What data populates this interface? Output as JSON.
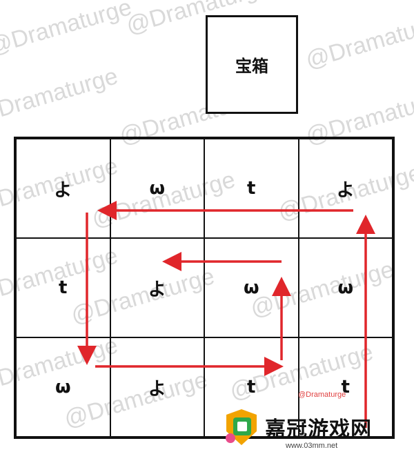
{
  "watermark": "@Dramaturge",
  "chest": {
    "label": "宝箱"
  },
  "grid": {
    "rows": [
      [
        "よ",
        "ω",
        "t",
        "よ"
      ],
      [
        "t",
        "よ",
        "ω",
        "ω"
      ],
      [
        "ω",
        "よ",
        "t",
        "t"
      ]
    ]
  },
  "logo": {
    "text": "嘉冠游戏网",
    "site": "www.03mm.net"
  },
  "red_watermark": "@Dramaturge",
  "colors": {
    "arrow": "#e0262b",
    "border": "#111111"
  }
}
